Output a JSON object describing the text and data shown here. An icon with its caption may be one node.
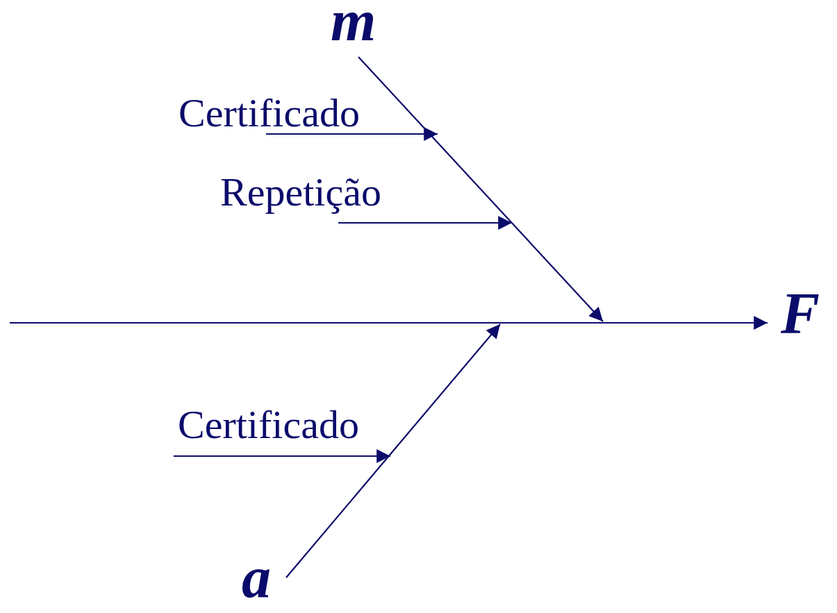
{
  "diagram": {
    "nodes": [
      {
        "text": [
          "m"
        ]
      },
      {
        "text": [
          "Certificado"
        ]
      },
      {
        "text": [
          "Repetição"
        ]
      },
      {
        "text": [
          "F"
        ]
      },
      {
        "text": [
          "Certificado"
        ]
      },
      {
        "text": [
          "a"
        ]
      }
    ],
    "edges": [
      {
        "from": null,
        "to": 3,
        "arrow": "to"
      },
      {
        "from": 0,
        "to": null,
        "arrow": "to"
      },
      {
        "from": 1,
        "to": null,
        "arrow": "to"
      },
      {
        "from": 2,
        "to": null,
        "arrow": "to"
      },
      {
        "from": 5,
        "to": null,
        "arrow": "to"
      },
      {
        "from": 4,
        "to": null,
        "arrow": "to"
      }
    ]
  }
}
